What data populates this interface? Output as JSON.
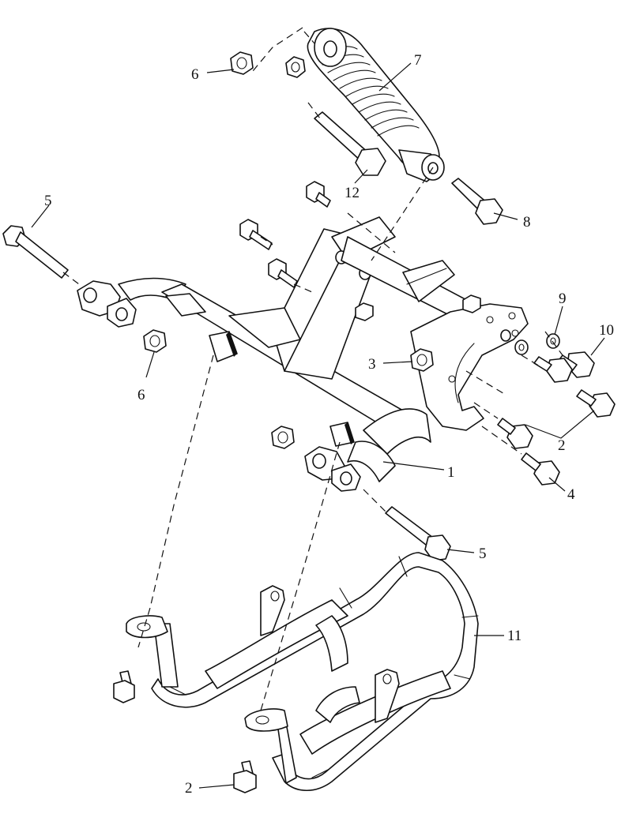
{
  "callouts": [
    {
      "id": "c7",
      "label": "7"
    },
    {
      "id": "c6top",
      "label": "6"
    },
    {
      "id": "c12",
      "label": "12"
    },
    {
      "id": "c8",
      "label": "8"
    },
    {
      "id": "c5top",
      "label": "5"
    },
    {
      "id": "c6mid",
      "label": "6"
    },
    {
      "id": "c3",
      "label": "3"
    },
    {
      "id": "c9",
      "label": "9"
    },
    {
      "id": "c10",
      "label": "10"
    },
    {
      "id": "c2mid",
      "label": "2"
    },
    {
      "id": "c1",
      "label": "1"
    },
    {
      "id": "c4",
      "label": "4"
    },
    {
      "id": "c5bot",
      "label": "5"
    },
    {
      "id": "c11",
      "label": "11"
    },
    {
      "id": "c2bot",
      "label": "2"
    }
  ]
}
